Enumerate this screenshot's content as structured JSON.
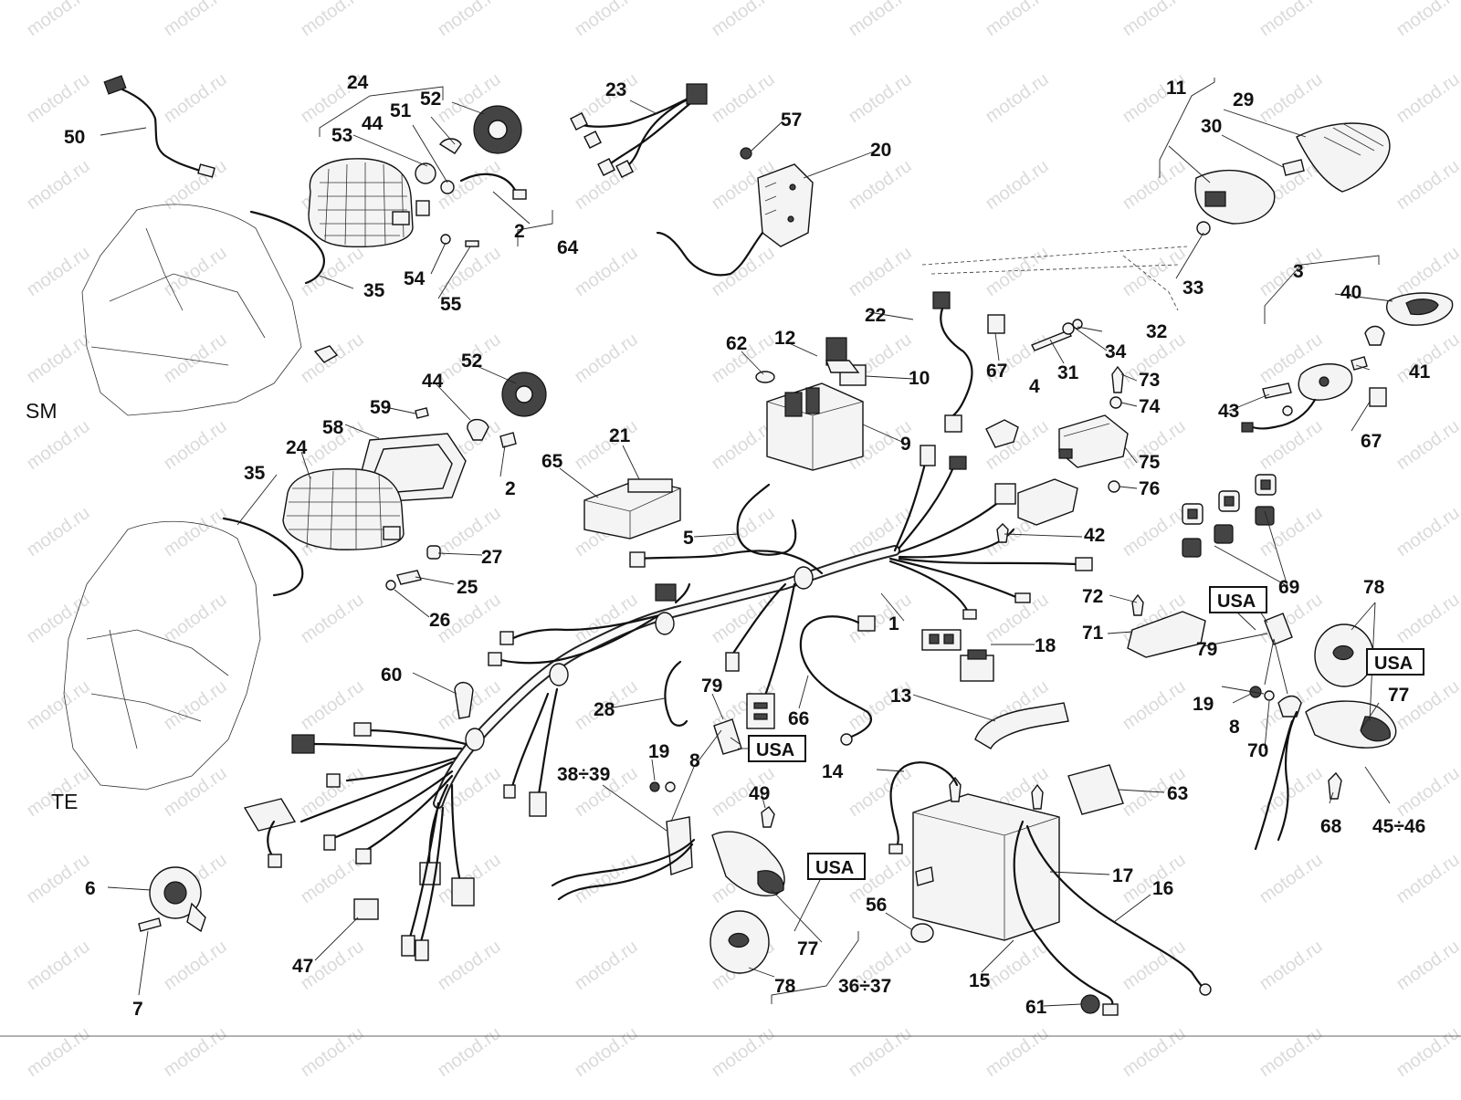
{
  "watermark": "motod.ru",
  "regions": {
    "sm": "SM",
    "te": "TE"
  },
  "usa_badge": "USA",
  "callouts": {
    "c1": "1",
    "c2a": "2",
    "c2b": "2",
    "c3": "3",
    "c4": "4",
    "c5": "5",
    "c6": "6",
    "c7": "7",
    "c8a": "8",
    "c8b": "8",
    "c9": "9",
    "c10": "10",
    "c11": "11",
    "c12": "12",
    "c13": "13",
    "c14": "14",
    "c15": "15",
    "c16": "16",
    "c17": "17",
    "c18": "18",
    "c19a": "19",
    "c19b": "19",
    "c20": "20",
    "c21": "21",
    "c22": "22",
    "c23": "23",
    "c24a": "24",
    "c24b": "24",
    "c25": "25",
    "c26": "26",
    "c27": "27",
    "c28": "28",
    "c29": "29",
    "c30": "30",
    "c31": "31",
    "c32": "32",
    "c33": "33",
    "c34": "34",
    "c35a": "35",
    "c35b": "35",
    "c3839": "38÷39",
    "c40": "40",
    "c41": "41",
    "c42": "42",
    "c43": "43",
    "c44a": "44",
    "c44b": "44",
    "c4546": "45÷46",
    "c47": "47",
    "c49": "49",
    "c50": "50",
    "c51": "51",
    "c52a": "52",
    "c52b": "52",
    "c53": "53",
    "c54": "54",
    "c55": "55",
    "c56": "56",
    "c57": "57",
    "c58": "58",
    "c59": "59",
    "c60": "60",
    "c61": "61",
    "c62": "62",
    "c63": "63",
    "c64": "64",
    "c65": "65",
    "c66": "66",
    "c67a": "67",
    "c67b": "67",
    "c68": "68",
    "c69": "69",
    "c70": "70",
    "c71": "71",
    "c72": "72",
    "c73": "73",
    "c74": "74",
    "c75": "75",
    "c76": "76",
    "c77a": "77",
    "c77b": "77",
    "c78a": "78",
    "c78b": "78",
    "c79a": "79",
    "c79b": "79",
    "c3637": "36÷37"
  }
}
